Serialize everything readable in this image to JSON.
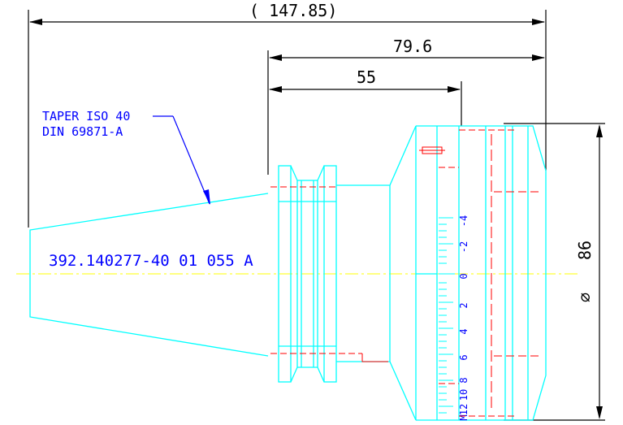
{
  "drawing": {
    "dimensions": {
      "overall_length": "( 147.85)",
      "length_2": "79.6",
      "length_3": "55",
      "diameter_symbol": "⌀",
      "diameter_value": "86"
    },
    "taper_note": {
      "line1": "TAPER ISO 40",
      "line2": "DIN 69871-A"
    },
    "part_number": "392.140277-40 01 055 A",
    "scale": {
      "labels": [
        "-4",
        "-2",
        "0",
        "2",
        "4",
        "6",
        "8",
        "10",
        "12"
      ],
      "first_label": "M"
    },
    "colors": {
      "outline": "#00ffff",
      "dimension": "#000000",
      "annotation": "#0000ff",
      "hidden": "#ff0000",
      "centerline": "#ffff00"
    }
  }
}
